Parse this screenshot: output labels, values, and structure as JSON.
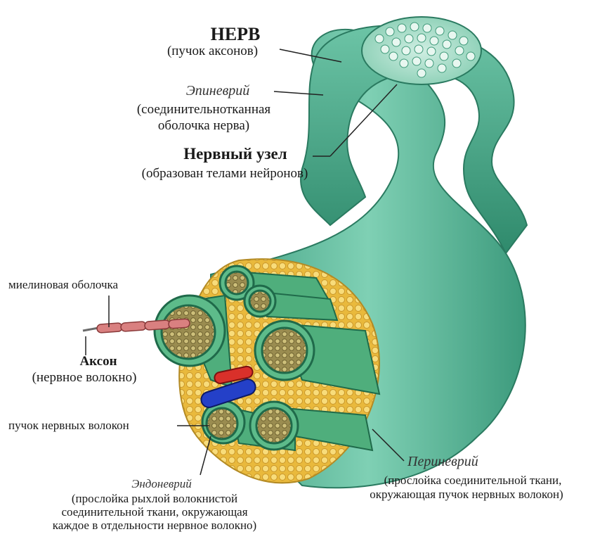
{
  "labels": {
    "nerve_title": "НЕРВ",
    "nerve_sub": "(пучок аксонов)",
    "epineurium_title": "Эпиневрий",
    "epineurium_sub1": "(соединительнотканная",
    "epineurium_sub2": "оболочка нерва)",
    "ganglion_title": "Нервный узел",
    "ganglion_sub": "(образован телами нейронов)",
    "myelin": "миелиновая оболочка",
    "axon_title": "Аксон",
    "axon_sub": "(нервное волокно)",
    "bundle": "пучок нервных волокон",
    "perineurium_title": "Периневрий",
    "perineurium_sub1": "(прослойка соединительной ткани,",
    "perineurium_sub2": "окружающая пучок нервных волокон)",
    "endoneurium_title": "Эндоневрий",
    "endoneurium_sub1": "(прослойка рыхлой волокнистой",
    "endoneurium_sub2": "соединительной ткани, окружающая",
    "endoneurium_sub3": "каждое в отдельности нервное волокно)"
  },
  "colors": {
    "nerve_body": "#5fb89c",
    "nerve_dark": "#2f8a6c",
    "fascicle": "#4fae7c",
    "axon_interior": "#8a7b45",
    "fat": "#f2c94c",
    "artery": "#d9302a",
    "vein": "#2440c8",
    "myelin": "#d98080"
  }
}
